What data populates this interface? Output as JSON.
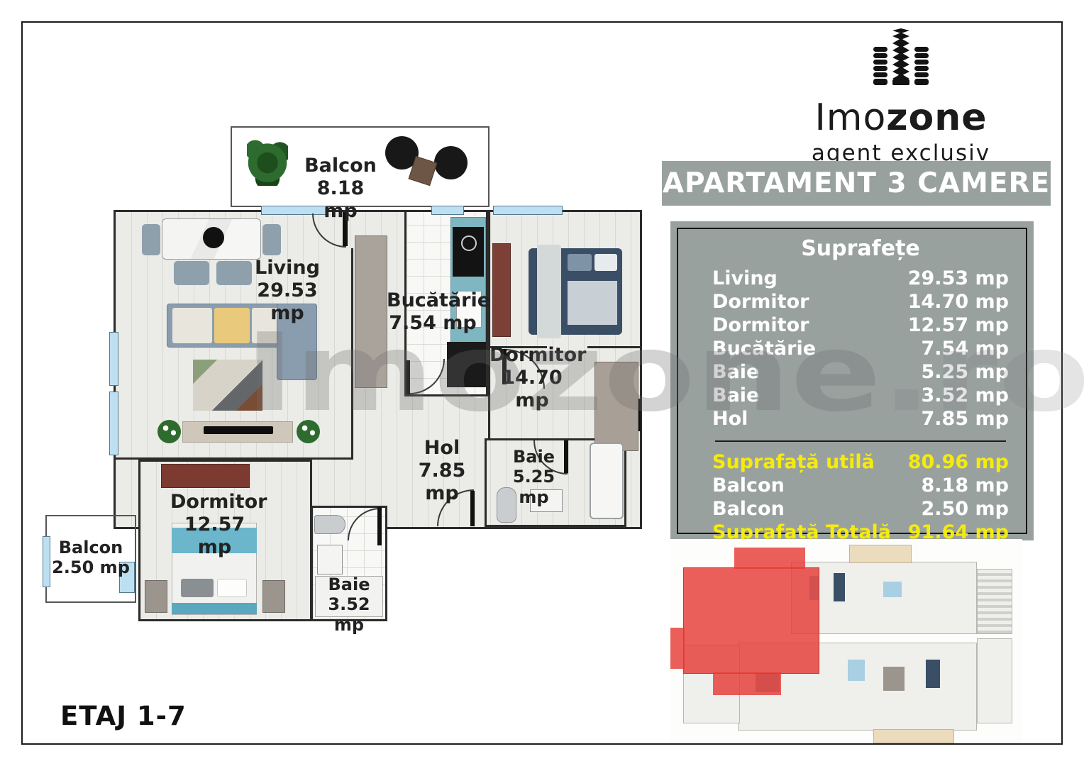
{
  "brand": {
    "name_prefix": "Imo",
    "name_suffix": "zone",
    "tagline": "agent exclusiv",
    "watermark": "Imozone",
    "watermark_suffix": ".ro"
  },
  "title": "APARTAMENT 3 CAMERE",
  "floor_label": "ETAJ 1-7",
  "panel": {
    "heading": "Suprafețe",
    "rows": [
      {
        "label": "Living",
        "value": "29.53 mp"
      },
      {
        "label": "Dormitor",
        "value": "14.70 mp"
      },
      {
        "label": "Dormitor",
        "value": "12.57 mp"
      },
      {
        "label": "Bucătărie",
        "value": "7.54 mp"
      },
      {
        "label": "Baie",
        "value": "5.25 mp"
      },
      {
        "label": "Baie",
        "value": "3.52 mp"
      },
      {
        "label": "Hol",
        "value": "7.85 mp"
      }
    ],
    "summary": [
      {
        "label": "Suprafață utilă",
        "value": "80.96 mp"
      },
      {
        "label": "Balcon",
        "value": "8.18 mp"
      },
      {
        "label": "Balcon",
        "value": "2.50 mp"
      },
      {
        "label": "Suprafață Totală",
        "value": "91.64 mp"
      }
    ]
  },
  "rooms": [
    {
      "name": "Balcon",
      "area": "8.18 mp"
    },
    {
      "name": "Living",
      "area": "29.53 mp"
    },
    {
      "name": "Bucătărie",
      "area": "7.54 mp"
    },
    {
      "name": "Dormitor",
      "area": "14.70 mp"
    },
    {
      "name": "Hol",
      "area": "7.85 mp"
    },
    {
      "name": "Baie",
      "area": "5.25 mp"
    },
    {
      "name": "Dormitor",
      "area": "12.57 mp"
    },
    {
      "name": "Baie",
      "area": "3.52 mp"
    },
    {
      "name": "Balcon",
      "area": "2.50 mp"
    }
  ],
  "colors": {
    "panel_gray": "#99a19f",
    "highlight_yellow": "#f5eb0c",
    "unit_red": "#e53c36",
    "window_blue": "#bcdff2",
    "tile_beige": "#ecdcbe",
    "wall": "#2b2b2b"
  }
}
